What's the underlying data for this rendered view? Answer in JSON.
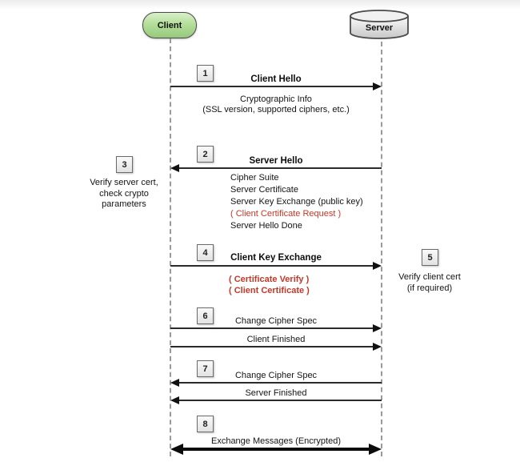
{
  "actors": {
    "client": "Client",
    "server": "Server"
  },
  "colors": {
    "client_fill_green": "#a8d78e",
    "server_fill_gray": "#e3e3e3",
    "optional_item_red": "#c0392b",
    "line_color": "#2b2b2b"
  },
  "steps": [
    {
      "num": "1",
      "title": "Client Hello",
      "notes": [
        "Cryptographic Info",
        "(SSL version, supported ciphers, etc.)"
      ]
    },
    {
      "num": "2",
      "title": "Server Hello",
      "details": [
        "Cipher Suite",
        "Server Certificate",
        "Server Key Exchange (public key)",
        "( Client Certificate Request )",
        "Server Hello Done"
      ]
    },
    {
      "num": "3",
      "note_lines": [
        "Verify server cert,",
        "check crypto",
        "parameters"
      ]
    },
    {
      "num": "4",
      "title": "Client Key Exchange",
      "optional_details": [
        "( Certificate Verify )",
        "( Client Certificate )"
      ]
    },
    {
      "num": "5",
      "note_lines": [
        "Verify client cert",
        "(if required)"
      ]
    },
    {
      "num": "6",
      "messages": [
        "Change Cipher Spec",
        "Client Finished"
      ]
    },
    {
      "num": "7",
      "messages": [
        "Change Cipher Spec",
        "Server Finished"
      ]
    },
    {
      "num": "8",
      "title": "Exchange Messages (Encrypted)"
    }
  ]
}
